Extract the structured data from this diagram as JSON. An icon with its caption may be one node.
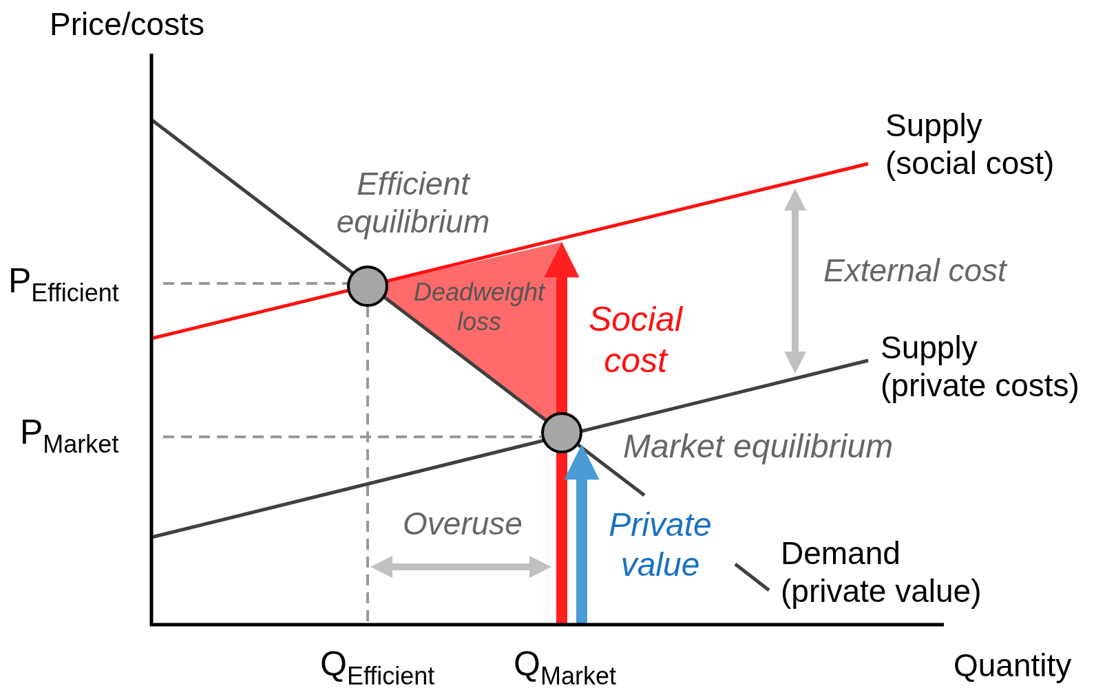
{
  "diagram": {
    "labels": [
      "Price/costs",
      "Supply (social cost)",
      "Efficient equilibrium",
      "External cost",
      "P$_{Efficient}$",
      "Deadweight loss",
      "Social cost",
      "Supply (private costs)",
      "P$_{Market}$",
      "Market equilibrium",
      "Overuse",
      "Private value",
      "Demand (private value)",
      "Q$_{Efficient}$",
      "Q$_{Market}$",
      "Quantity"
    ]
  }
}
